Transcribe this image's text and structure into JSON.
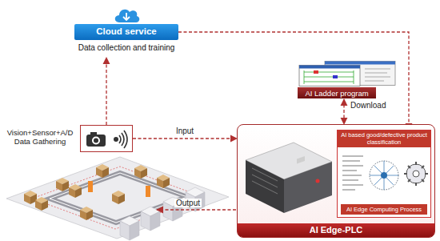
{
  "diagram": {
    "nodes": [
      {
        "text": [
          "Cloud service",
          "Data collection and training"
        ]
      },
      {
        "text": [
          "Vision+Sensor+A/D Data Gathering"
        ]
      },
      {
        "text": [
          "AI Ladder program"
        ]
      },
      {
        "text": [
          "AI Edge-PLC"
        ]
      },
      {
        "text": [
          "AI based good/defective product classification"
        ],
        "in": 3
      },
      {
        "text": [
          "AI Edge Computing Process"
        ],
        "in": 4
      }
    ],
    "edges": [
      {
        "from": 1,
        "to": 0,
        "arrow": "to"
      },
      {
        "from": 1,
        "to": 3,
        "label": "Input",
        "arrow": "to"
      },
      {
        "from": 2,
        "to": 3,
        "label": "Download",
        "arrow": "both"
      },
      {
        "from": 0,
        "to": 4,
        "arrow": "to"
      }
    ],
    "labels": [
      "Output"
    ]
  }
}
